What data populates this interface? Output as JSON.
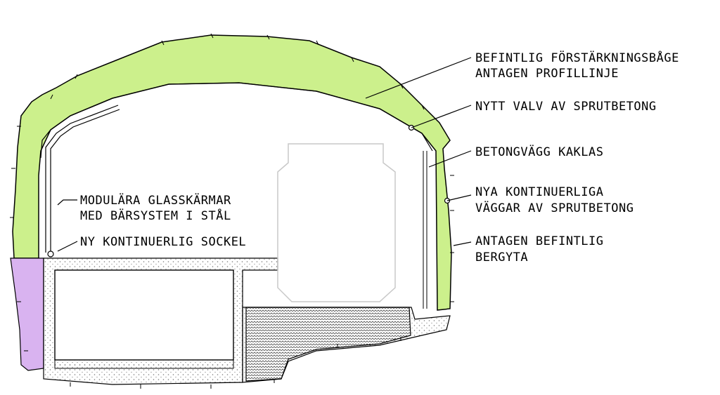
{
  "labels": {
    "reinforcement_arch_1": "BEFINTLIG FÖRSTÄRKNINGSBÅGE",
    "reinforcement_arch_2": "ANTAGEN PROFILLINJE",
    "new_vault": "NYTT VALV AV SPRUTBETONG",
    "concrete_wall": "BETONGVÄGG KAKLAS",
    "new_walls_1": "NYA KONTINUERLIGA",
    "new_walls_2": "VÄGGAR AV SPRUTBETONG",
    "rock_surface_1": "ANTAGEN BEFINTLIG",
    "rock_surface_2": "BERGYTA",
    "glass_screens_1": "MODULÄRA GLASSKÄRMAR",
    "glass_screens_2": "MED BÄRSYSTEM I STÅL",
    "plinth": "NY KONTINUERLIG SOCKEL"
  },
  "colors": {
    "shotcrete": "#ccf08c",
    "purple_fill": "#d9b3f0",
    "line": "#000000",
    "concrete_dots": "#7a7a7a",
    "ghost_outline": "#c8c8c8"
  }
}
